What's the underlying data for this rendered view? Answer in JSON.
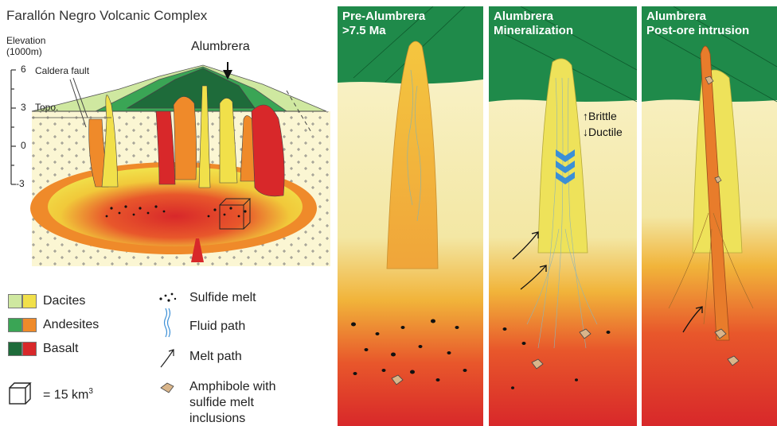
{
  "overview": {
    "title": "Farallón Negro Volcanic Complex",
    "elevation_label_1": "Elevation",
    "elevation_label_2": "(1000m)",
    "ticks": [
      "6",
      "3",
      "0",
      "-3"
    ],
    "caldera_fault": "Caldera fault",
    "topo": "Topo.",
    "alumbrera": "Alumbrera"
  },
  "legend": {
    "dacites": "Dacites",
    "andesites": "Andesites",
    "basalt": "Basalt",
    "volume": "= 15 km",
    "volume_sup": "3",
    "sulfide_melt": "Sulfide melt",
    "fluid_path": "Fluid path",
    "melt_path": "Melt path",
    "amphibole_1": "Amphibole with",
    "amphibole_2": "sulfide melt",
    "amphibole_3": "inclusions"
  },
  "panels": [
    {
      "title_1": "Pre-Alumbrera",
      "title_2": ">7.5 Ma"
    },
    {
      "title_1": "Alumbrera",
      "title_2": "Mineralization"
    },
    {
      "title_1": "Alumbrera",
      "title_2": "Post-ore intrusion"
    }
  ],
  "annotations": {
    "brittle": "Brittle",
    "ductile": "Ductile"
  },
  "colors": {
    "dacite_light": "#cfe8a0",
    "dacite": "#f1e04a",
    "andesite_green": "#3aa555",
    "andesite_orange": "#ef8a2a",
    "basalt_green": "#1e6b3a",
    "basalt_red": "#d8282a",
    "host_rock": "#fbf6d3",
    "panel_green": "#1f8a4a"
  }
}
